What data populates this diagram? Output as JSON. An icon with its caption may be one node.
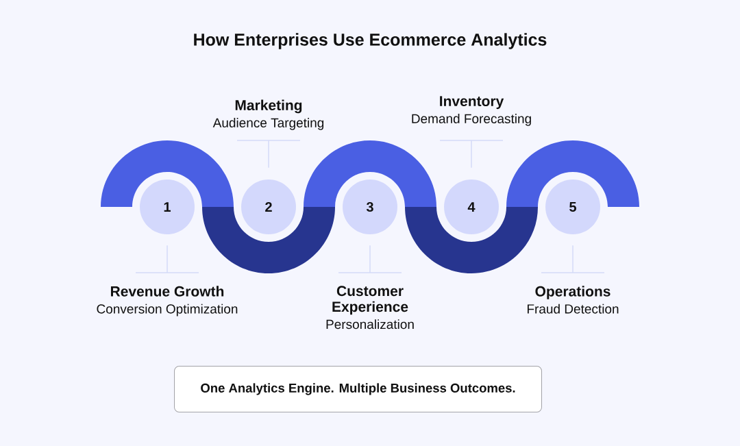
{
  "diagram": {
    "title": "How Enterprises Use Ecommerce Analytics",
    "nodes": [
      {
        "text": [
          "1"
        ]
      },
      {
        "text": [
          "2"
        ]
      },
      {
        "text": [
          "3"
        ]
      },
      {
        "text": [
          "4"
        ]
      },
      {
        "text": [
          "5"
        ]
      },
      {
        "text": [
          "Revenue Growth",
          "Conversion Optimization"
        ]
      },
      {
        "text": [
          "Marketing",
          "Audience Targeting"
        ]
      },
      {
        "text": [
          "Customer Experience",
          "Personalization"
        ]
      },
      {
        "text": [
          "Inventory",
          "Demand Forecasting"
        ]
      },
      {
        "text": [
          "Operations",
          "Fraud Detection"
        ]
      },
      {
        "text": [
          "One Analytics Engine. Multiple Business Outcomes."
        ]
      }
    ],
    "edges": [
      {
        "from": 5,
        "to": 0,
        "arrow": "none"
      },
      {
        "from": 6,
        "to": 1,
        "arrow": "none"
      },
      {
        "from": 7,
        "to": 2,
        "arrow": "none"
      },
      {
        "from": 8,
        "to": 3,
        "arrow": "none"
      },
      {
        "from": 9,
        "to": 4,
        "arrow": "none"
      }
    ]
  }
}
